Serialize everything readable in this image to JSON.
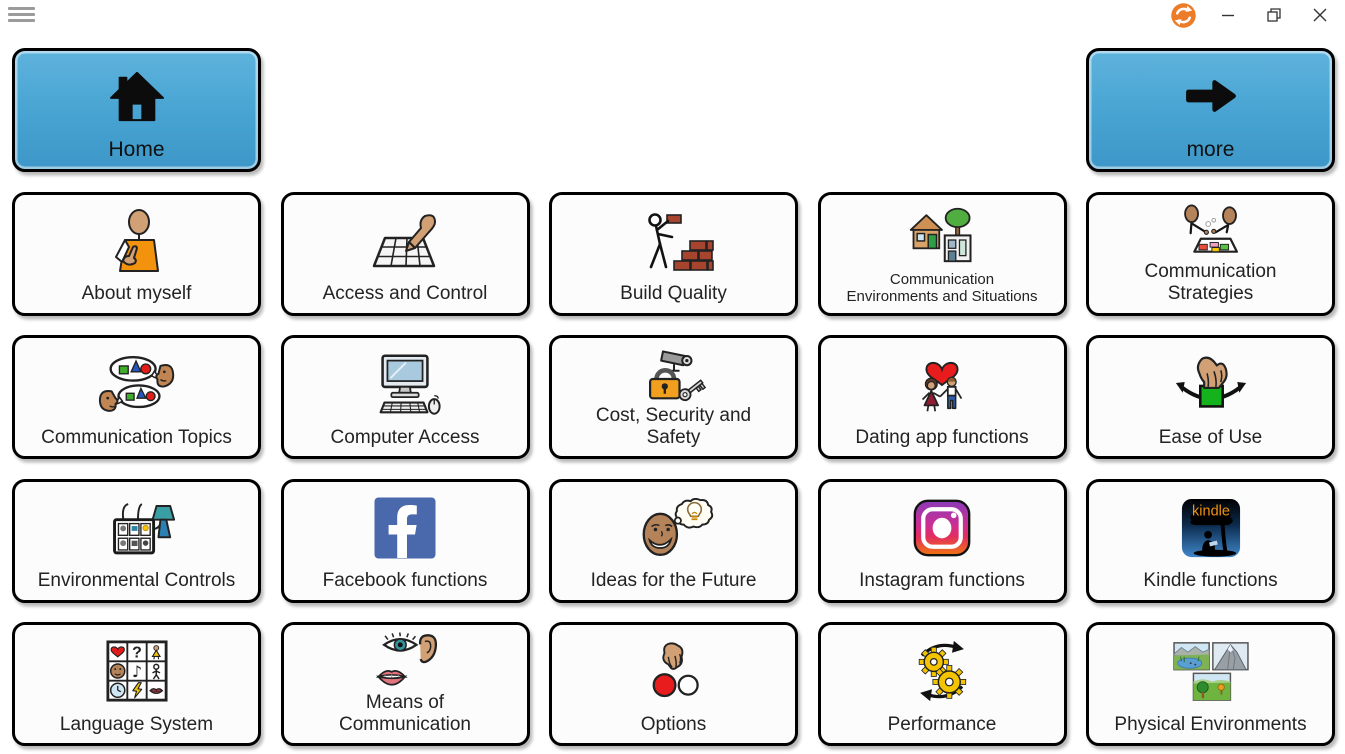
{
  "title_bar": {
    "menu_icon": "hamburger-icon",
    "app_logo_icon": "sync-arrows-icon",
    "window_controls": [
      "minimize",
      "maximize",
      "close"
    ]
  },
  "colors": {
    "page_bg": "#ffffff",
    "cell_bg": "#fcfcfc",
    "cell_border": "#000000",
    "link_cell_blue": "#47a3d2",
    "logo_orange": "#ec7c27",
    "label_text": "#232323"
  },
  "grid": {
    "row1": [
      {
        "label": "Home",
        "icon": "home-icon",
        "kind": "link"
      },
      {
        "label": "more",
        "icon": "arrow-right-icon",
        "kind": "link"
      }
    ],
    "row2": [
      {
        "label": "About myself",
        "icon": "person-pointing-self-icon",
        "kind": "category"
      },
      {
        "label": "Access and Control",
        "icon": "hand-keyboard-icon",
        "kind": "category"
      },
      {
        "label": "Build Quality",
        "icon": "bricklayer-icon",
        "kind": "category"
      },
      {
        "label": "Communication\nEnvironments and Situations",
        "icon": "house-tree-building-icon",
        "kind": "category"
      },
      {
        "label": "Communication\nStrategies",
        "icon": "two-people-chart-icon",
        "kind": "category"
      }
    ],
    "row3": [
      {
        "label": "Communication Topics",
        "icon": "faces-speech-bubbles-icon",
        "kind": "category"
      },
      {
        "label": "Computer Access",
        "icon": "desktop-computer-icon",
        "kind": "category"
      },
      {
        "label": "Cost, Security and\nSafety",
        "icon": "cctv-padlock-key-icon",
        "kind": "category"
      },
      {
        "label": "Dating app functions",
        "icon": "couple-heart-icon",
        "kind": "category"
      },
      {
        "label": "Ease of Use",
        "icon": "hand-square-arrows-icon",
        "kind": "category"
      }
    ],
    "row4": [
      {
        "label": "Environmental Controls",
        "icon": "control-panel-lamp-icon",
        "kind": "category"
      },
      {
        "label": "Facebook functions",
        "icon": "facebook-logo-icon",
        "kind": "category"
      },
      {
        "label": "Ideas for the Future",
        "icon": "face-lightbulb-icon",
        "kind": "category"
      },
      {
        "label": "Instagram functions",
        "icon": "instagram-logo-icon",
        "kind": "category"
      },
      {
        "label": "Kindle functions",
        "icon": "kindle-logo-icon",
        "icon_text": "kindle",
        "kind": "category"
      }
    ],
    "row5": [
      {
        "label": "Language System",
        "icon": "symbol-grid-icon",
        "glyph_question": "?",
        "glyph_note": "♪",
        "kind": "category"
      },
      {
        "label": "Means of\nCommunication",
        "icon": "eye-ear-mouth-icon",
        "kind": "category"
      },
      {
        "label": "Options",
        "icon": "hand-choice-buttons-icon",
        "kind": "category"
      },
      {
        "label": "Performance",
        "icon": "gears-cycle-icon",
        "kind": "category"
      },
      {
        "label": "Physical Environments",
        "icon": "landscape-photos-icon",
        "kind": "category"
      }
    ]
  }
}
